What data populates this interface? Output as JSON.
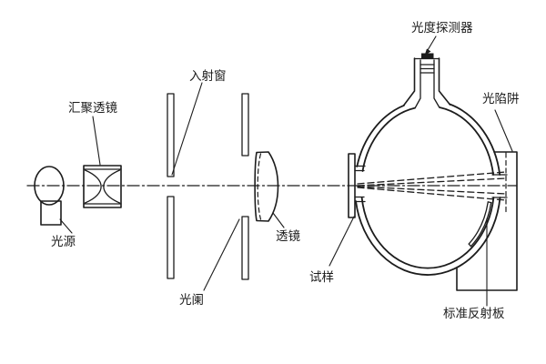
{
  "diagram": {
    "kind": "optical-schematic-integrating-sphere",
    "labels": {
      "light_source": "光源",
      "condenser_lens": "汇聚透镜",
      "entrance_window": "入射窗",
      "aperture": "光阑",
      "lens": "透镜",
      "sample": "试样",
      "photometric_detector": "光度探测器",
      "light_trap": "光陷阱",
      "standard_reflector": "标准反射板"
    },
    "colors": {
      "line": "#1c1c1c",
      "background": "#ffffff"
    }
  }
}
